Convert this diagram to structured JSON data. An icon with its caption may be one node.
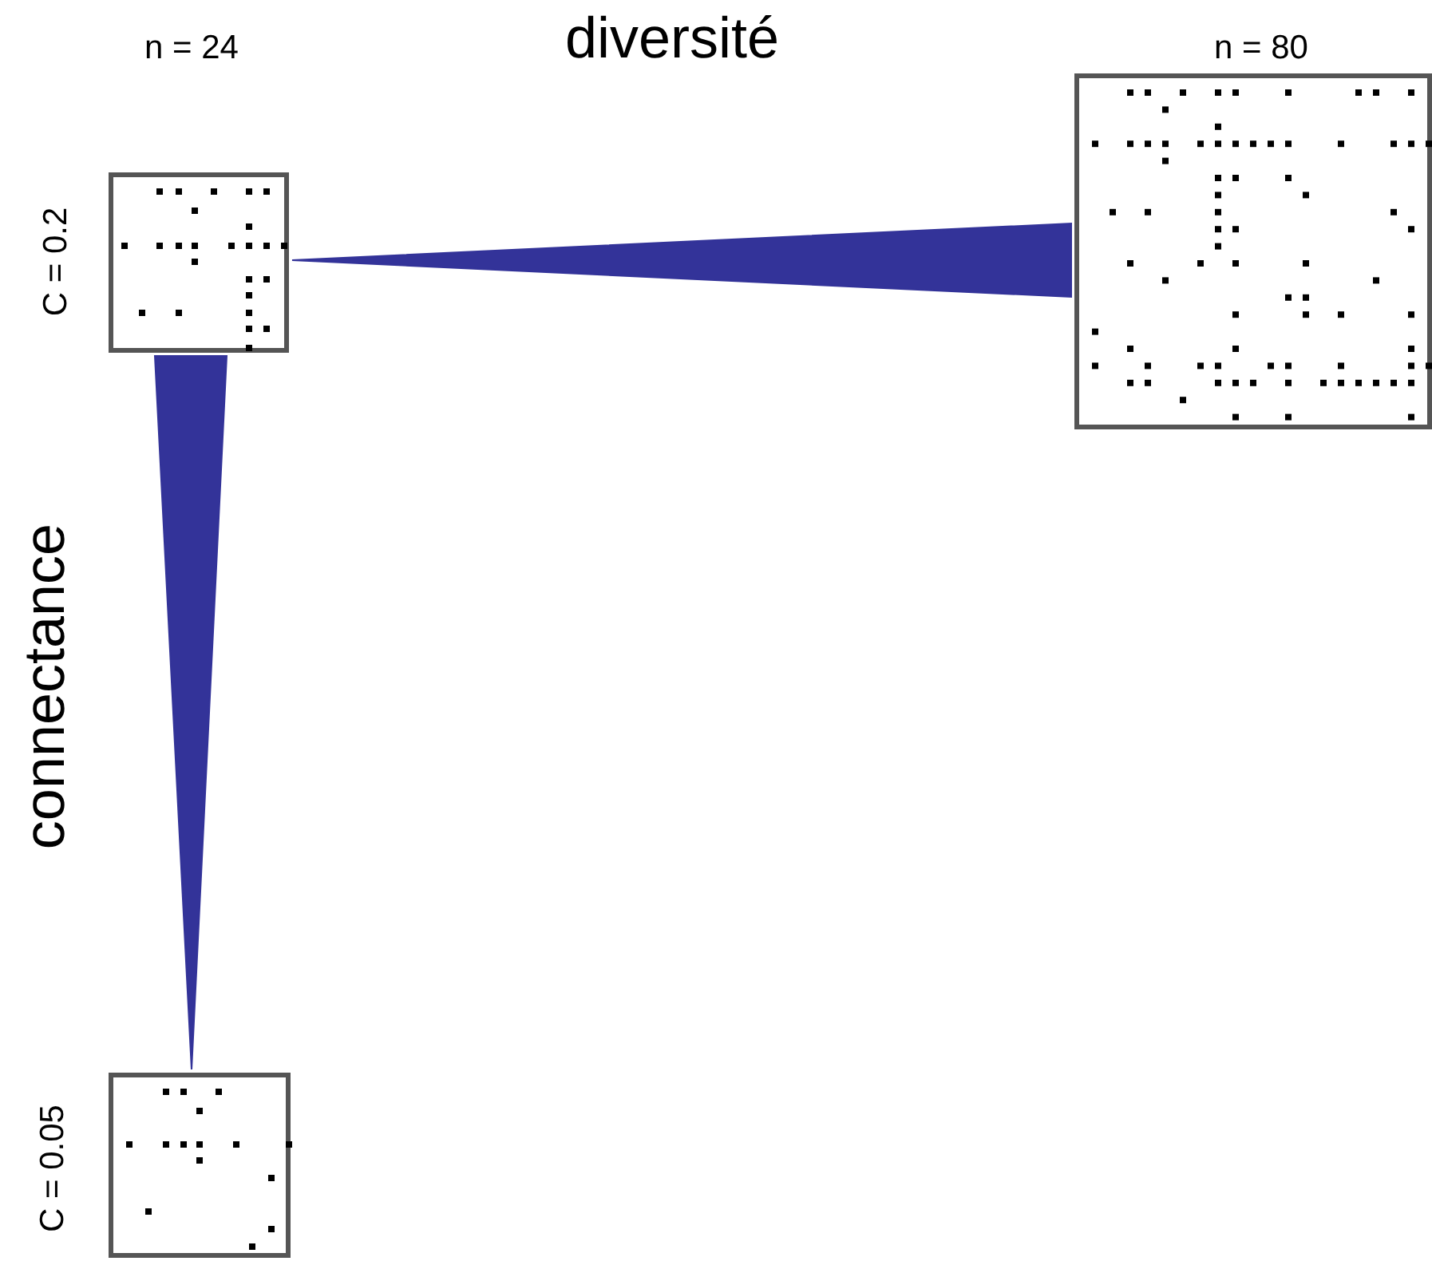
{
  "diagram": {
    "title": "diversité",
    "nodes": [
      {
        "text": [],
        "shape": "box",
        "beside": [
          "n = 24",
          "C = 0.2"
        ]
      },
      {
        "text": [],
        "shape": "box",
        "beside": [
          "n = 80"
        ]
      },
      {
        "text": [],
        "shape": "box",
        "beside": [
          "C = 0.05"
        ]
      }
    ],
    "edges": [
      {
        "from": 0,
        "to": 1,
        "arrow": "none",
        "style": "thick",
        "color": "#333399"
      },
      {
        "from": 0,
        "to": 2,
        "arrow": "none",
        "style": "thick",
        "color": "#333399"
      }
    ],
    "labels": [
      "connectance"
    ]
  }
}
